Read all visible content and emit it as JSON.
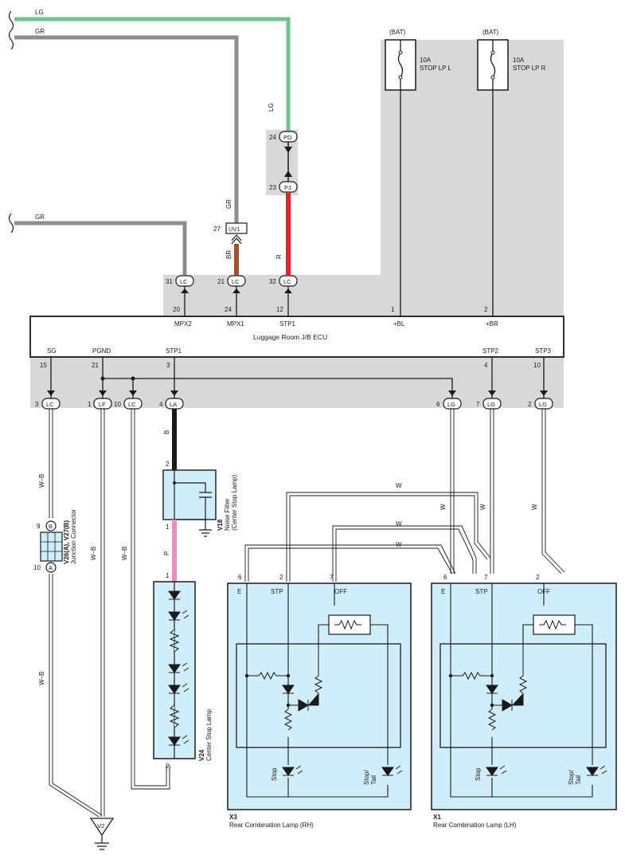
{
  "colors": {
    "gray_area": "#d8d8d8",
    "wire_lg": "#6cc58a",
    "wire_gr": "#8c8c8c",
    "wire_r": "#e8202a",
    "wire_br": "#a0522d",
    "wire_b": "#1a1a1a",
    "wire_p": "#f08ac0",
    "component_fill": "#cfeefa",
    "outline": "#1a1a1a"
  },
  "wire_codes": {
    "lg": "LG",
    "gr": "GR",
    "r": "R",
    "br": "BR",
    "b": "B",
    "p": "P",
    "w": "W",
    "wb": "W–B"
  },
  "fuses": {
    "left": {
      "source": "(BAT)",
      "rating": "10A",
      "name": "STOP LP L"
    },
    "right": {
      "source": "(BAT)",
      "rating": "10A",
      "name": "STOP LP R"
    }
  },
  "connectors": {
    "pd": "PD",
    "pj": "PJ",
    "uv1": "UV1",
    "lc": "LC",
    "lf": "LF",
    "la": "LA",
    "lg": "LG",
    "a": "A",
    "b": "B",
    "v2": "V2"
  },
  "pins": {
    "p24": "24",
    "p23": "23",
    "p27": "27",
    "p31": "31",
    "p21": "21",
    "p32": "32",
    "p20": "20",
    "p12": "12",
    "p1": "1",
    "p2": "2",
    "p15": "15",
    "p3": "3",
    "p4": "4",
    "p10": "10",
    "p6": "6",
    "p7": "7",
    "p9": "9"
  },
  "ecu": {
    "name": "Luggage Room J/B ECU",
    "top_terminals": [
      "MPX2",
      "MPX1",
      "STP1",
      "+BL",
      "+BR"
    ],
    "bottom_terminals": [
      "SG",
      "PGND",
      "STP1",
      "STP2",
      "STP3"
    ]
  },
  "components": {
    "noise_filter": {
      "code": "V18",
      "name": "Noise Filter",
      "sub": "(Center Stop Lamp)"
    },
    "junction": {
      "code": "V26(A), V27(B)",
      "name": "Junction Connector"
    },
    "center_stop": {
      "code": "V24",
      "name": "Center Stop Lamp"
    },
    "rear_rh": {
      "code": "X3",
      "name": "Rear Combination Lamp (RH)"
    },
    "rear_lh": {
      "code": "X1",
      "name": "Rear Combination Lamp (LH)"
    }
  },
  "lamp_terminals": {
    "e": "E",
    "stp": "STP",
    "off": "OFF"
  },
  "lamp_labels": {
    "stop": "Stop",
    "stop_tail_1": "Stop/",
    "stop_tail_2": "Tail"
  }
}
